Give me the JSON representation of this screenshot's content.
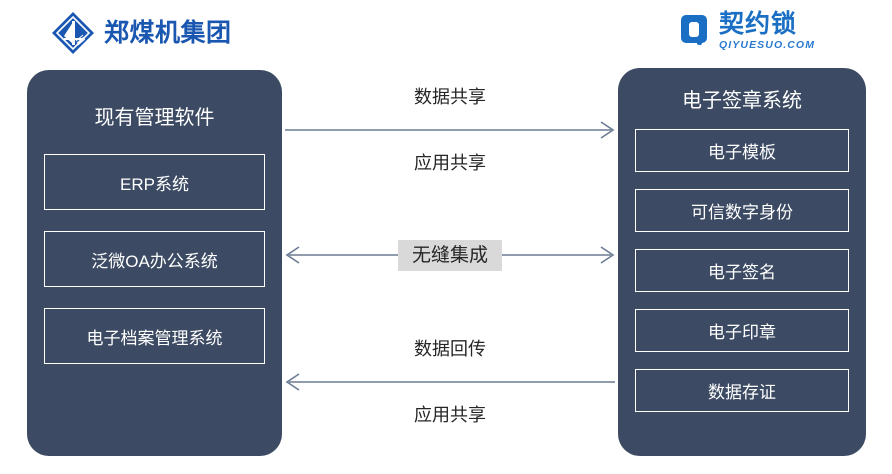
{
  "header": {
    "left_logo": {
      "mark": "diamond-logo-icon",
      "text": "郑煤机集团",
      "color": "#1a57b0"
    },
    "right_logo": {
      "mark": "qiyuesuo-q-icon",
      "text": "契约锁",
      "subtext": "QIYUESUO.COM",
      "color": "#1a6ec4"
    }
  },
  "left_panel": {
    "title": "现有管理软件",
    "items": [
      {
        "label": "ERP系统"
      },
      {
        "label": "泛微OA办公系统"
      },
      {
        "label": "电子档案管理系统"
      }
    ],
    "color": "#3c4b63"
  },
  "right_panel": {
    "title": "电子签章系统",
    "items": [
      {
        "label": "电子模板"
      },
      {
        "label": "可信数字身份"
      },
      {
        "label": "电子签名"
      },
      {
        "label": "电子印章"
      },
      {
        "label": "数据存证"
      }
    ],
    "color": "#3c4b63"
  },
  "flows": {
    "top": {
      "label_above": "数据共享",
      "label_below": "应用共享",
      "direction": "right",
      "arrow_color": "#6b7c94"
    },
    "middle": {
      "label": "无缝集成",
      "direction": "both",
      "arrow_color": "#6b7c94",
      "label_background": "#d9d9d9"
    },
    "bottom": {
      "label_above": "数据回传",
      "label_below": "应用共享",
      "direction": "left",
      "arrow_color": "#6b7c94"
    }
  }
}
